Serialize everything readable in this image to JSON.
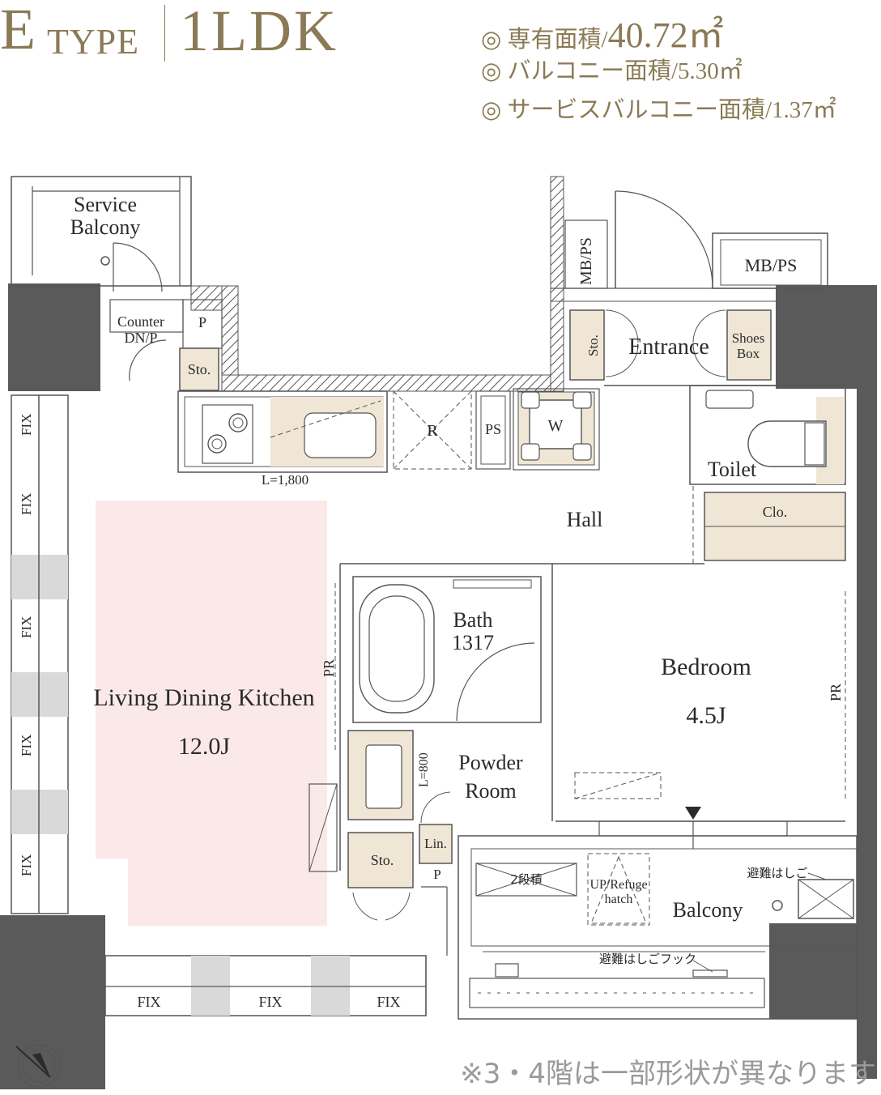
{
  "header": {
    "type_letter": "E",
    "type_word": "TYPE",
    "plan_name": "1LDK",
    "specs": [
      {
        "prefix": "◎ 専有面積/",
        "value": "40.72㎡"
      },
      {
        "prefix": "◎ バルコニー面積/",
        "value": "5.30㎡"
      },
      {
        "prefix": "◎ サービスバルコニー面積/",
        "value": "1.37㎡"
      }
    ]
  },
  "rooms": {
    "service_balcony_1": "Service",
    "service_balcony_2": "Balcony",
    "counter_1": "Counter",
    "counter_2": "DN/P",
    "p_top": "P",
    "sto_kitchen": "Sto.",
    "mbps_left": "MB/PS",
    "mbps_right": "MB/PS",
    "sto_entrance": "Sto.",
    "entrance": "Entrance",
    "shoes_1": "Shoes",
    "shoes_2": "Box",
    "kitchen_len": "L=1,800",
    "fridge": "R",
    "ps": "PS",
    "washer": "W",
    "toilet": "Toilet",
    "hall": "Hall",
    "closet": "Clo.",
    "bath_1": "Bath",
    "bath_2": "1317",
    "pr_left": "PR",
    "pr_right": "PR",
    "ldk_1": "Living Dining Kitchen",
    "ldk_2": "12.0J",
    "bedroom_1": "Bedroom",
    "bedroom_2": "4.5J",
    "powder_1": "Powder",
    "powder_2": "Room",
    "vanity_len": "L=800",
    "linen": "Lin.",
    "sto_lower": "Sto.",
    "p_lower": "P",
    "two_tier": "2段積",
    "hatch_1": "UP/Refuge",
    "hatch_2": "hatch",
    "balcony": "Balcony",
    "ladder": "避難はしご",
    "ladder_hook": "避難はしごフック",
    "fix": "FIX"
  },
  "note": "※3・4階は一部形状が異なります",
  "colors": {
    "gold": "#8a7a55",
    "ldk_tint": "#fbe9ea",
    "fixture_beige": "#efe6d6",
    "wall_dark": "#5a5a5a",
    "window_gray": "#d9d9d9",
    "note_gray": "#9a9a9a"
  }
}
